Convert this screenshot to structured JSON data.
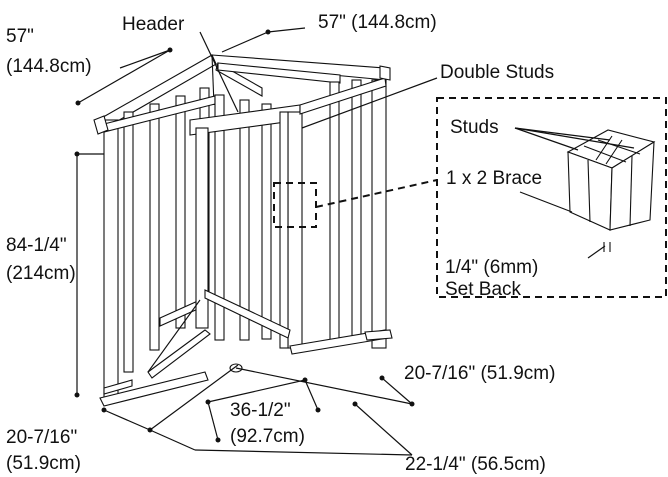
{
  "labels": {
    "header": "Header",
    "width_top_right": "57\" (144.8cm)",
    "width_top_left_1": "57\"",
    "width_top_left_2": "(144.8cm)",
    "double_studs": "Double Studs",
    "studs": "Studs",
    "brace": "1 x 2 Brace",
    "setback_1": "1/4\" (6mm)",
    "setback_2": "Set Back",
    "height_1": "84-1/4\"",
    "height_2": "(214cm)",
    "bottom_right": "20-7/16\" (51.9cm)",
    "door_1": "36-1/2\"",
    "door_2": "(92.7cm)",
    "bottom_left_1": "20-7/16\"",
    "bottom_left_2": "(51.9cm)",
    "bottom_mid": "22-1/4\" (56.5cm)"
  }
}
